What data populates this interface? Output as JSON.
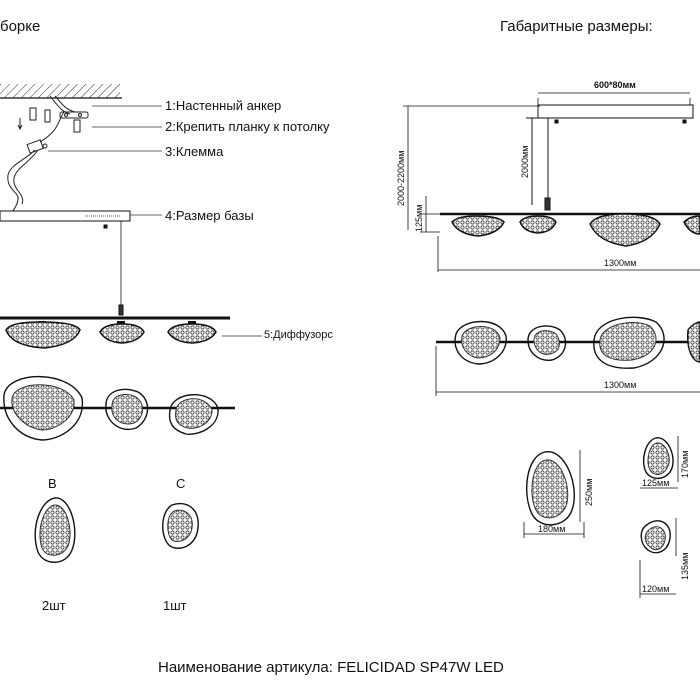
{
  "headers": {
    "left": "борке",
    "right": "Габаритные размеры:"
  },
  "assembly_labels": [
    "1:Настенный анкер",
    "2:Крепить планку к потолку",
    "3:Клемма",
    "4:Размер базы",
    "5:Диффузорс"
  ],
  "parts": {
    "b_letter": "B",
    "c_letter": "C",
    "b_qty": "2шт",
    "c_qty": "1шт"
  },
  "dimensions": {
    "base_size": "600*80мм",
    "total_height": "2000-2200мм",
    "cable_height": "2000мм",
    "body_height": "125мм",
    "length_side": "1300мм",
    "length_top": "1300мм",
    "big_height": "250мм",
    "big_width": "180мм",
    "mid_height": "170мм",
    "mid_width": "125мм",
    "small_height": "135мм",
    "small_width": "120мм"
  },
  "footer": "Наименование артикула: FELICIDAD SP47W LED"
}
